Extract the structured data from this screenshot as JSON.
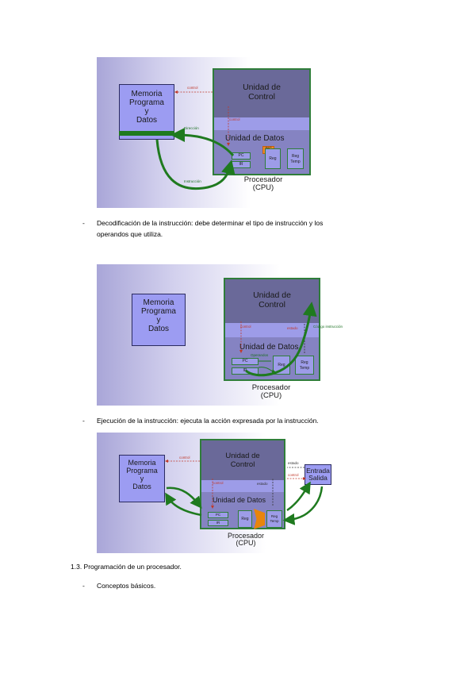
{
  "fig1": {
    "memoria": [
      "Memoria",
      "Programa",
      "y",
      "Datos"
    ],
    "unidad_control": [
      "Unidad de",
      "Control"
    ],
    "unidad_datos": "Unidad de Datos",
    "control_label": "control",
    "control_label_2": "control",
    "direccion_label": "Dirección",
    "instruccion_label": "Instrucción",
    "inc": "INC",
    "pc": "PC",
    "ir": "IR",
    "reg": "Reg",
    "reg_temp": [
      "Reg",
      "Temp"
    ],
    "procesador": [
      "Procesador",
      "(CPU)"
    ]
  },
  "fig2": {
    "memoria": [
      "Memoria",
      "Programa",
      "y",
      "Datos"
    ],
    "unidad_control": [
      "Unidad de",
      "Control"
    ],
    "unidad_datos": "Unidad de Datos",
    "control_label": "control",
    "estado_label": "estado",
    "codigo_label": "Código instrucción",
    "operandos_label": "Operandos",
    "pc": "PC",
    "ir": "IR",
    "reg": "Reg",
    "reg_temp": [
      "Reg",
      "Temp"
    ],
    "procesador": [
      "Procesador",
      "(CPU)"
    ]
  },
  "fig3": {
    "memoria": [
      "Memoria",
      "Programa",
      "y",
      "Datos"
    ],
    "unidad_control": [
      "Unidad de",
      "Control"
    ],
    "unidad_datos": "Unidad de Datos",
    "control_label": "control",
    "control_label_2": "control",
    "estado_label": "estado",
    "estado_label_2": "estado",
    "control_label_3": "control",
    "entrada_salida": [
      "Entrada",
      "Salida"
    ],
    "pc": "PC",
    "ir": "IR",
    "reg": "Reg",
    "reg_temp": [
      "Reg",
      "Temp"
    ],
    "procesador": [
      "Procesador",
      "(CPU)"
    ]
  },
  "text": {
    "bullet_dash": "-",
    "decodificacion_1": "Decodificación de la instrucción: debe determinar el tipo de instrucción y los",
    "decodificacion_2": "operandos que utiliza.",
    "ejecucion": "Ejecución de la instrucción: ejecuta la acción expresada por la instrucción.",
    "section_heading": "1.3. Programación de un procesador.",
    "conceptos": "Conceptos básicos."
  },
  "colors": {
    "memory_fill": "#9c9cf2",
    "cpu_fill": "#6f6e9e",
    "arrow_green": "#1f7a1f",
    "control_red": "#c0392b",
    "inc_orange": "#f28c28",
    "alu_orange": "#e8850c"
  }
}
